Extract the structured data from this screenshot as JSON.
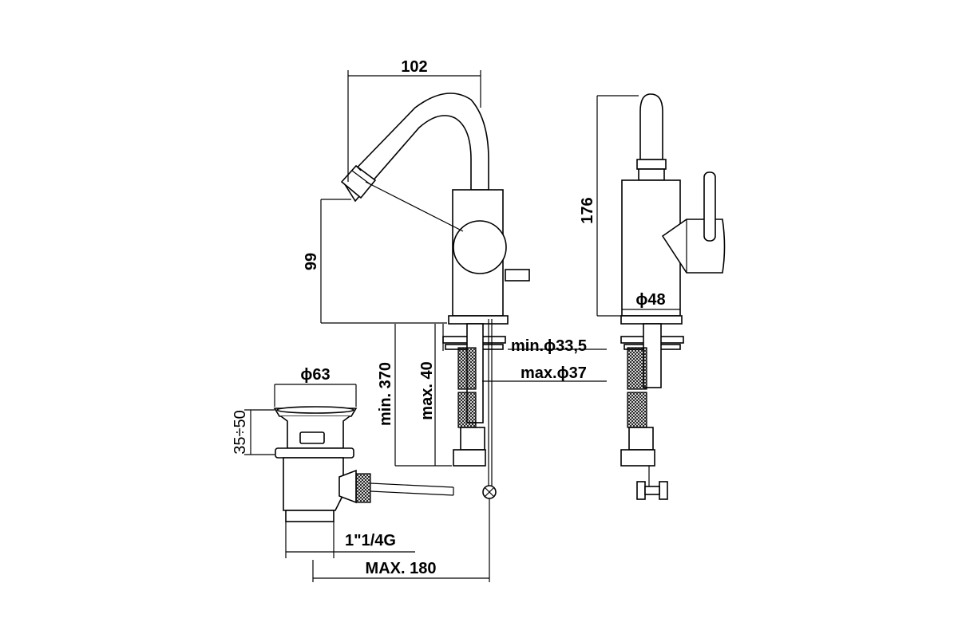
{
  "dimensions": {
    "width_top": "102",
    "height_spout": "99",
    "height_total": "176",
    "base_diameter": "ϕ48",
    "hole_min": "min.ϕ33,5",
    "hole_max": "max.ϕ37",
    "deck_thickness_max": "max. 40",
    "hose_length_min": "min. 370",
    "waste_diameter": "ϕ63",
    "waste_range": "35÷50",
    "waste_thread": "1\"1/4G",
    "rod_length_max": "MAX. 180"
  },
  "colors": {
    "line": "#000000",
    "background": "#ffffff"
  }
}
